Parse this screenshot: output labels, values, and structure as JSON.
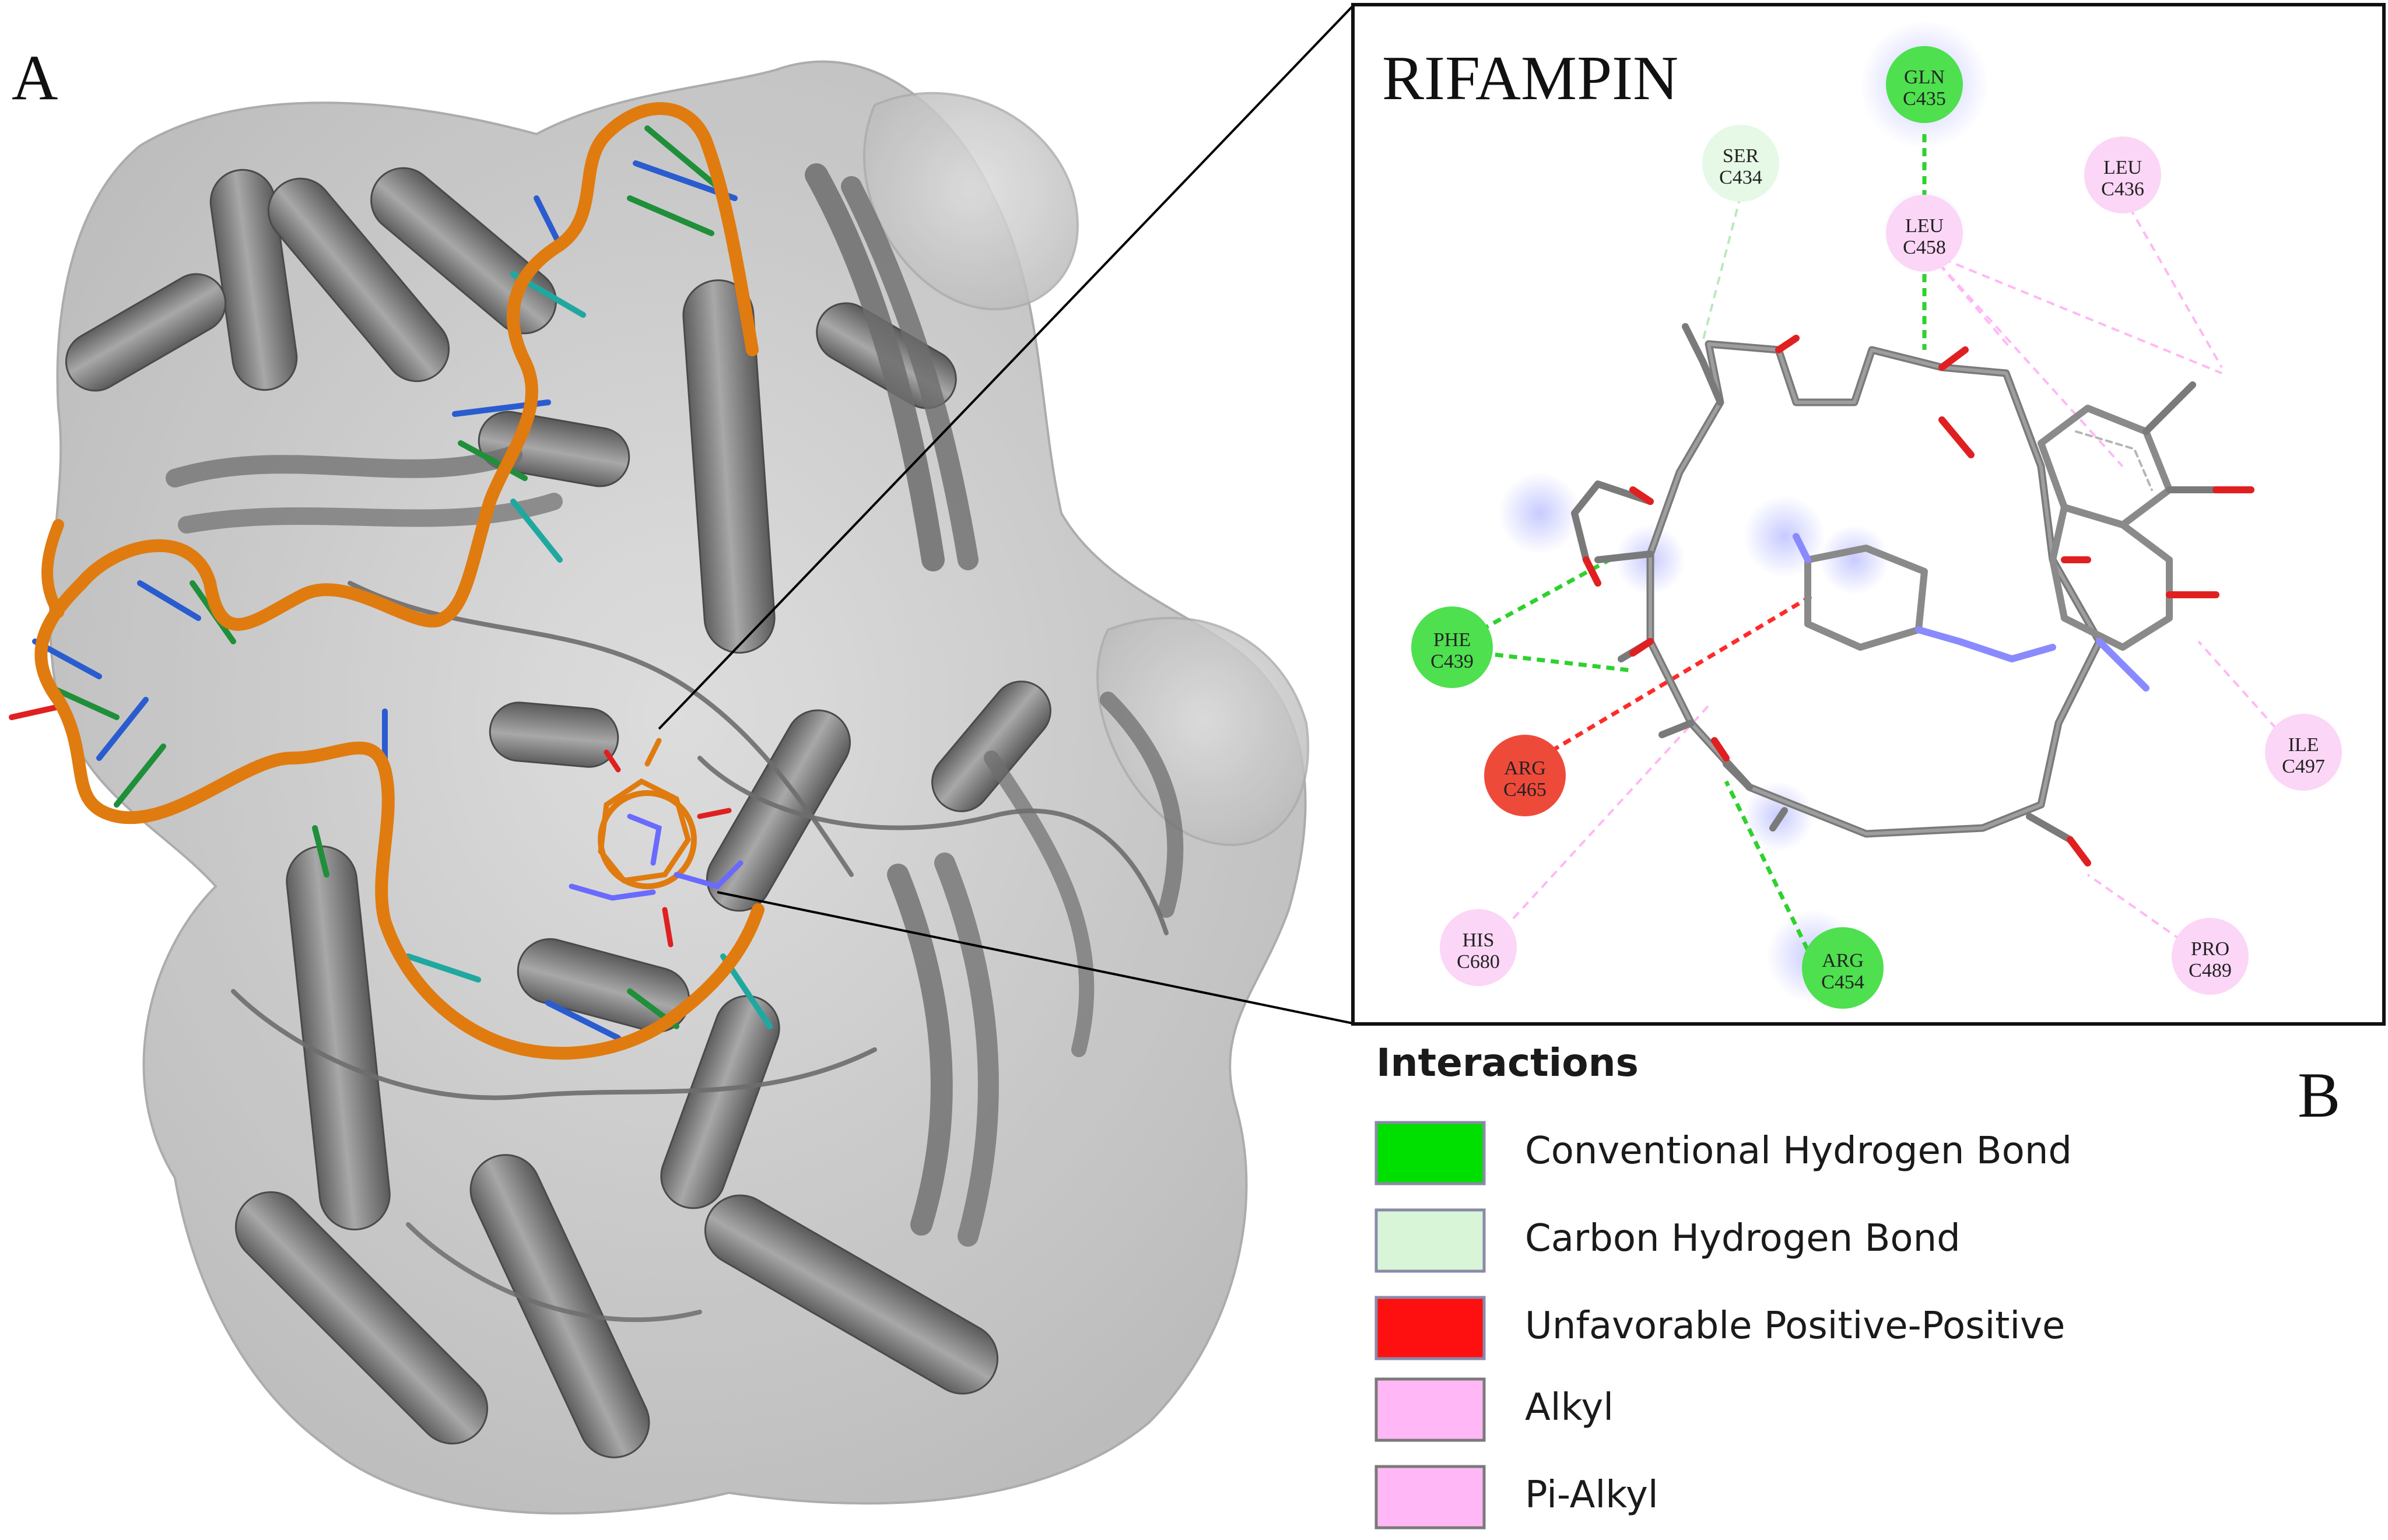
{
  "panel_a": {
    "label": "A"
  },
  "panel_b": {
    "label": "B",
    "title": "RIFAMPIN",
    "residues": [
      {
        "name": "GLN",
        "id": "C435",
        "type": "Conventional Hydrogen Bond"
      },
      {
        "name": "SER",
        "id": "C434",
        "type": "Carbon Hydrogen Bond"
      },
      {
        "name": "LEU",
        "id": "C436",
        "type": "Alkyl"
      },
      {
        "name": "LEU",
        "id": "C458",
        "type": "Alkyl"
      },
      {
        "name": "PHE",
        "id": "C439",
        "type": "Conventional Hydrogen Bond"
      },
      {
        "name": "ARG",
        "id": "C465",
        "type": "Unfavorable Positive-Positive"
      },
      {
        "name": "ILE",
        "id": "C497",
        "type": "Alkyl"
      },
      {
        "name": "HIS",
        "id": "C680",
        "type": "Pi-Alkyl"
      },
      {
        "name": "ARG",
        "id": "C454",
        "type": "Conventional Hydrogen Bond"
      },
      {
        "name": "PRO",
        "id": "C489",
        "type": "Alkyl"
      }
    ]
  },
  "legend": {
    "title": "Interactions",
    "items": [
      {
        "label": "Conventional Hydrogen Bond",
        "color": "#00e000"
      },
      {
        "label": "Carbon Hydrogen Bond",
        "color": "#d8f5d8"
      },
      {
        "label": "Unfavorable Positive-Positive",
        "color": "#ff1010"
      },
      {
        "label": "Alkyl",
        "color": "#ffb8f5"
      },
      {
        "label": "Pi-Alkyl",
        "color": "#ffb8f5"
      }
    ]
  },
  "colors": {
    "protein_surface": "#c9c9c9",
    "protein_cartoon": "#7d7d7d",
    "dna_backbone": "#e07b10",
    "ligand_carbon": "#8a8a8a",
    "ligand_oxygen": "#e02020",
    "ligand_nitrogen": "#7a7ae0"
  }
}
